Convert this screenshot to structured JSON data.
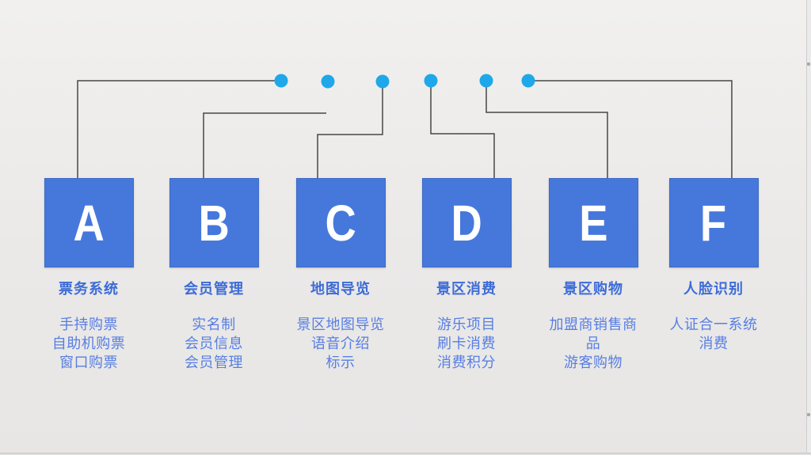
{
  "slide": {
    "colors": {
      "box_blue": "#4678DC",
      "dot_blue": "#1FA8E9",
      "heading_blue": "#3D6CD7",
      "body_blue": "#587EE3",
      "line_gray": "#474747",
      "bg_gray": "#EBEAE9"
    },
    "columns": [
      {
        "letter": "A",
        "heading": "票务系统",
        "body": [
          "手持购票",
          "自助机购票",
          "窗口购票"
        ]
      },
      {
        "letter": "B",
        "heading": "会员管理",
        "body": [
          "实名制",
          "会员信息",
          "会员管理"
        ]
      },
      {
        "letter": "C",
        "heading": "地图导览",
        "body": [
          "景区地图导览",
          "语音介绍",
          "标示"
        ]
      },
      {
        "letter": "D",
        "heading": "景区消费",
        "body": [
          "游乐项目",
          "刷卡消费",
          "消费积分"
        ]
      },
      {
        "letter": "E",
        "heading": "景区购物",
        "body": [
          "加盟商销售商",
          "品",
          "游客购物"
        ]
      },
      {
        "letter": "F",
        "heading": "人脸识别",
        "body": [
          "人证合一系统",
          "消费"
        ]
      }
    ]
  }
}
